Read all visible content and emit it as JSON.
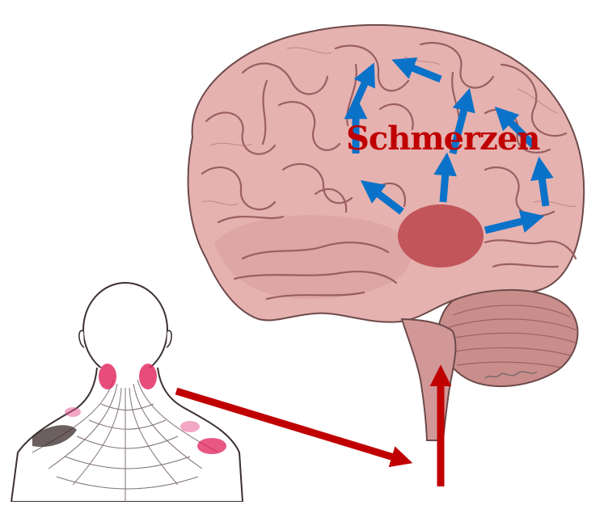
{
  "diagram": {
    "label": "Schmerzen",
    "colors": {
      "label": "#c00000",
      "blue_arrows": "#0a72c8",
      "red_arrows": "#c00000",
      "pain_center": "#c2555a",
      "brain_fill": "#e5b2b0",
      "brain_shade": "#b26a6d",
      "trigger_points": "#e0205a",
      "outline": "#4a3a3a"
    },
    "icons": {
      "brain": "brain-illustration",
      "back": "neck-shoulder-illustration",
      "signature": "artist-signature"
    }
  }
}
